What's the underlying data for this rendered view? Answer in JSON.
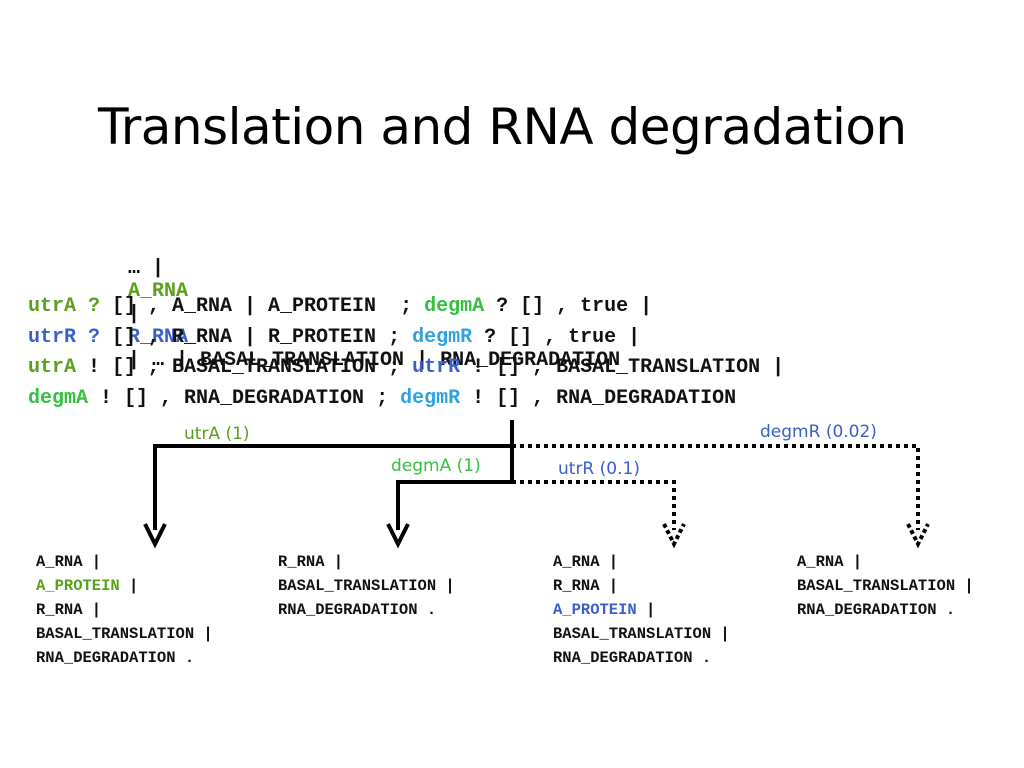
{
  "title": "Translation and RNA degradation",
  "state": {
    "ellipsis1": "… |",
    "a_rna": "A_RNA",
    "sep1": "|",
    "r_rna": "R_RNA",
    "rest": "| … | BASAL_TRANSLATION | RNA_DEGRADATION"
  },
  "rules": [
    {
      "id": "rule-utrA-translate",
      "parts": [
        {
          "text": "utrA ?",
          "color": "green"
        },
        {
          "text": " [] , A_RNA | A_PROTEIN  ; ",
          "color": "default"
        },
        {
          "text": "degmA",
          "color": "lgreen"
        },
        {
          "text": " ? [] , true |",
          "color": "default"
        }
      ]
    },
    {
      "id": "rule-utrR-translate",
      "parts": [
        {
          "text": "utrR ?",
          "color": "blue"
        },
        {
          "text": " [] , R_RNA | R_PROTEIN ; ",
          "color": "default"
        },
        {
          "text": "degmR",
          "color": "cyan"
        },
        {
          "text": " ? [] , true |",
          "color": "default"
        }
      ]
    },
    {
      "id": "rule-utr-send",
      "parts": [
        {
          "text": "utrA",
          "color": "green"
        },
        {
          "text": " ! [] , BASAL_TRANSLATION ; ",
          "color": "default"
        },
        {
          "text": "utrR",
          "color": "blue"
        },
        {
          "text": " ! [] , BASAL_TRANSLATION |",
          "color": "default"
        }
      ]
    },
    {
      "id": "rule-degm-send",
      "parts": [
        {
          "text": "degmA",
          "color": "lgreen"
        },
        {
          "text": " ! [] , RNA_DEGRADATION ; ",
          "color": "default"
        },
        {
          "text": "degmR",
          "color": "cyan"
        },
        {
          "text": " ! [] , RNA_DEGRADATION",
          "color": "default"
        }
      ]
    }
  ],
  "rates": {
    "utrA": "utrA (1)",
    "degmA": "degmA (1)",
    "utrR": "utrR (0.1)",
    "degmR": "degmR (0.02)"
  },
  "results": [
    {
      "id": "result-utrA",
      "lines": [
        [
          {
            "text": "A_RNA |",
            "color": "default"
          }
        ],
        [
          {
            "text": "A_PROTEIN",
            "color": "green"
          },
          {
            "text": " |",
            "color": "default"
          }
        ],
        [
          {
            "text": "R_RNA |",
            "color": "default"
          }
        ],
        [
          {
            "text": "BASAL_TRANSLATION |",
            "color": "default"
          }
        ],
        [
          {
            "text": "RNA_DEGRADATION .",
            "color": "default"
          }
        ]
      ]
    },
    {
      "id": "result-degmA",
      "lines": [
        [
          {
            "text": "R_RNA |",
            "color": "default"
          }
        ],
        [
          {
            "text": "BASAL_TRANSLATION |",
            "color": "default"
          }
        ],
        [
          {
            "text": "RNA_DEGRADATION .",
            "color": "default"
          }
        ]
      ]
    },
    {
      "id": "result-utrR",
      "lines": [
        [
          {
            "text": "A_RNA |",
            "color": "default"
          }
        ],
        [
          {
            "text": "R_RNA |",
            "color": "default"
          }
        ],
        [
          {
            "text": "A_PROTEIN",
            "color": "blue"
          },
          {
            "text": " |",
            "color": "default"
          }
        ],
        [
          {
            "text": "BASAL_TRANSLATION |",
            "color": "default"
          }
        ],
        [
          {
            "text": "RNA_DEGRADATION .",
            "color": "default"
          }
        ]
      ]
    },
    {
      "id": "result-degmR",
      "lines": [
        [
          {
            "text": "A_RNA |",
            "color": "default"
          }
        ],
        [
          {
            "text": "BASAL_TRANSLATION |",
            "color": "default"
          }
        ],
        [
          {
            "text": "RNA_DEGRADATION .",
            "color": "default"
          }
        ]
      ]
    }
  ],
  "colors": {
    "green": "#5aa01c",
    "lgreen": "#35c040",
    "blue": "#3a5fc8",
    "cyan": "#2ea3e0",
    "default": "#111111",
    "arrow": "#000000"
  }
}
